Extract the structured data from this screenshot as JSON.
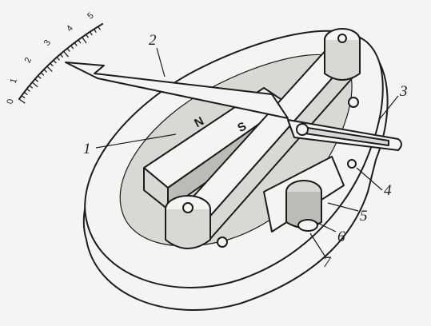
{
  "scale": {
    "ticks": [
      "0",
      "1",
      "2",
      "3",
      "4",
      "5"
    ]
  },
  "magnet": {
    "north_label": "N",
    "south_label": "S"
  },
  "callouts": [
    "1",
    "2",
    "3",
    "4",
    "5",
    "6",
    "7"
  ]
}
